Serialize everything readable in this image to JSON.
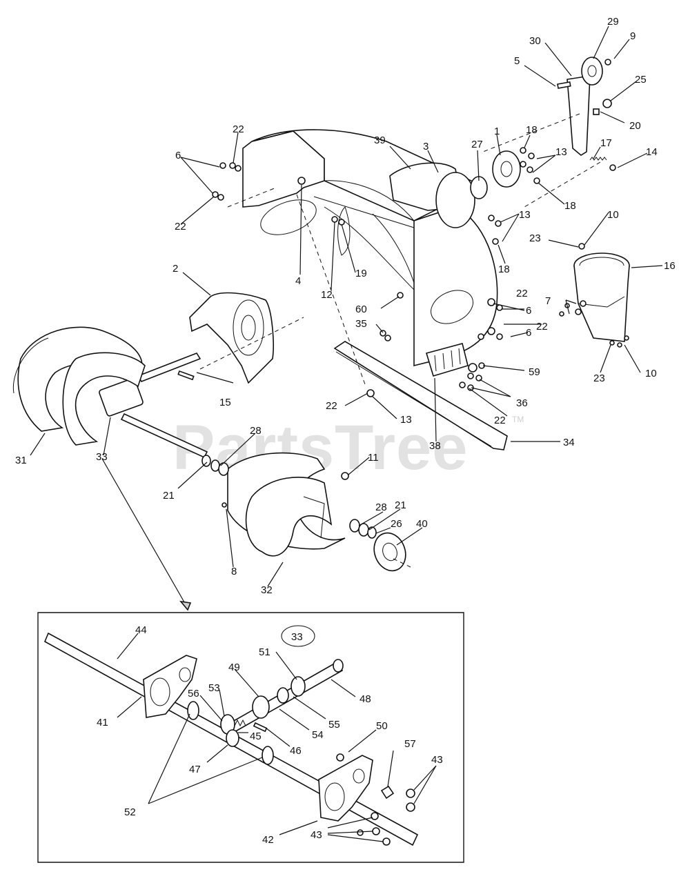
{
  "watermark": {
    "text": "PartsTree",
    "tm": "TM"
  },
  "inset": {
    "ref_label": "33"
  },
  "callouts": [
    {
      "id": "c29",
      "text": "29"
    },
    {
      "id": "c30",
      "text": "30"
    },
    {
      "id": "c9",
      "text": "9"
    },
    {
      "id": "c5",
      "text": "5"
    },
    {
      "id": "c25",
      "text": "25"
    },
    {
      "id": "c20",
      "text": "20"
    },
    {
      "id": "c39",
      "text": "39"
    },
    {
      "id": "c3",
      "text": "3"
    },
    {
      "id": "c27",
      "text": "27"
    },
    {
      "id": "c1",
      "text": "1"
    },
    {
      "id": "c18a",
      "text": "18"
    },
    {
      "id": "c13a",
      "text": "13"
    },
    {
      "id": "c17",
      "text": "17"
    },
    {
      "id": "c14",
      "text": "14"
    },
    {
      "id": "c18b",
      "text": "18"
    },
    {
      "id": "c22a",
      "text": "22"
    },
    {
      "id": "c6a",
      "text": "6"
    },
    {
      "id": "c22b",
      "text": "22"
    },
    {
      "id": "c13b",
      "text": "13"
    },
    {
      "id": "c18c",
      "text": "18"
    },
    {
      "id": "c10a",
      "text": "10"
    },
    {
      "id": "c23a",
      "text": "23"
    },
    {
      "id": "c16",
      "text": "16"
    },
    {
      "id": "c2",
      "text": "2"
    },
    {
      "id": "c4",
      "text": "4"
    },
    {
      "id": "c19",
      "text": "19"
    },
    {
      "id": "c12",
      "text": "12"
    },
    {
      "id": "c60",
      "text": "60"
    },
    {
      "id": "c35",
      "text": "35"
    },
    {
      "id": "c22c",
      "text": "22"
    },
    {
      "id": "c6b",
      "text": "6"
    },
    {
      "id": "c22d",
      "text": "22"
    },
    {
      "id": "c6c",
      "text": "6"
    },
    {
      "id": "c7",
      "text": "7"
    },
    {
      "id": "c23b",
      "text": "23"
    },
    {
      "id": "c10b",
      "text": "10"
    },
    {
      "id": "c59",
      "text": "59"
    },
    {
      "id": "c36",
      "text": "36"
    },
    {
      "id": "c22e",
      "text": "22"
    },
    {
      "id": "c22f",
      "text": "22"
    },
    {
      "id": "c13c",
      "text": "13"
    },
    {
      "id": "c15",
      "text": "15"
    },
    {
      "id": "c31",
      "text": "31"
    },
    {
      "id": "c33",
      "text": "33"
    },
    {
      "id": "c28a",
      "text": "28"
    },
    {
      "id": "c21a",
      "text": "21"
    },
    {
      "id": "c38",
      "text": "38"
    },
    {
      "id": "c34",
      "text": "34"
    },
    {
      "id": "c11",
      "text": "11"
    },
    {
      "id": "c28b",
      "text": "28"
    },
    {
      "id": "c21b",
      "text": "21"
    },
    {
      "id": "c26",
      "text": "26"
    },
    {
      "id": "c40",
      "text": "40"
    },
    {
      "id": "c8",
      "text": "8"
    },
    {
      "id": "c32",
      "text": "32"
    },
    {
      "id": "c44",
      "text": "44"
    },
    {
      "id": "c51",
      "text": "51"
    },
    {
      "id": "c49",
      "text": "49"
    },
    {
      "id": "c53",
      "text": "53"
    },
    {
      "id": "c56",
      "text": "56"
    },
    {
      "id": "c48",
      "text": "48"
    },
    {
      "id": "c41",
      "text": "41"
    },
    {
      "id": "c55",
      "text": "55"
    },
    {
      "id": "c54",
      "text": "54"
    },
    {
      "id": "c45",
      "text": "45"
    },
    {
      "id": "c46",
      "text": "46"
    },
    {
      "id": "c50",
      "text": "50"
    },
    {
      "id": "c57",
      "text": "57"
    },
    {
      "id": "c43a",
      "text": "43"
    },
    {
      "id": "c47",
      "text": "47"
    },
    {
      "id": "c52",
      "text": "52"
    },
    {
      "id": "c42",
      "text": "42"
    },
    {
      "id": "c43b",
      "text": "43"
    }
  ]
}
